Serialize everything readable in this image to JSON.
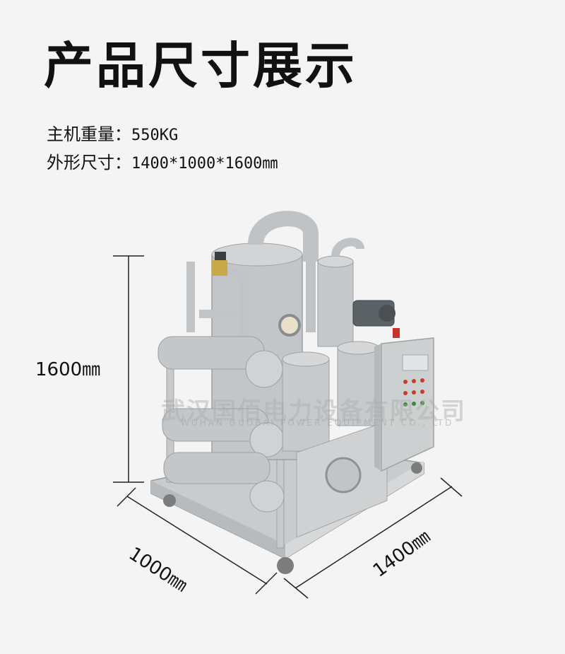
{
  "page": {
    "title": "产品尺寸展示",
    "specs": {
      "weight_label": "主机重量：",
      "weight_value": "550KG",
      "size_label": "外形尺寸：",
      "size_value": "1400*1000*1600㎜"
    },
    "dimensions": {
      "height_label": "1600㎜",
      "depth_label": "1000㎜",
      "width_label": "1400㎜"
    },
    "watermark": {
      "cn": "武汉国佰电力设备有限公司",
      "en": "WUHAN GUOBAI POWER EQUIPMENT CO., LTD"
    }
  }
}
